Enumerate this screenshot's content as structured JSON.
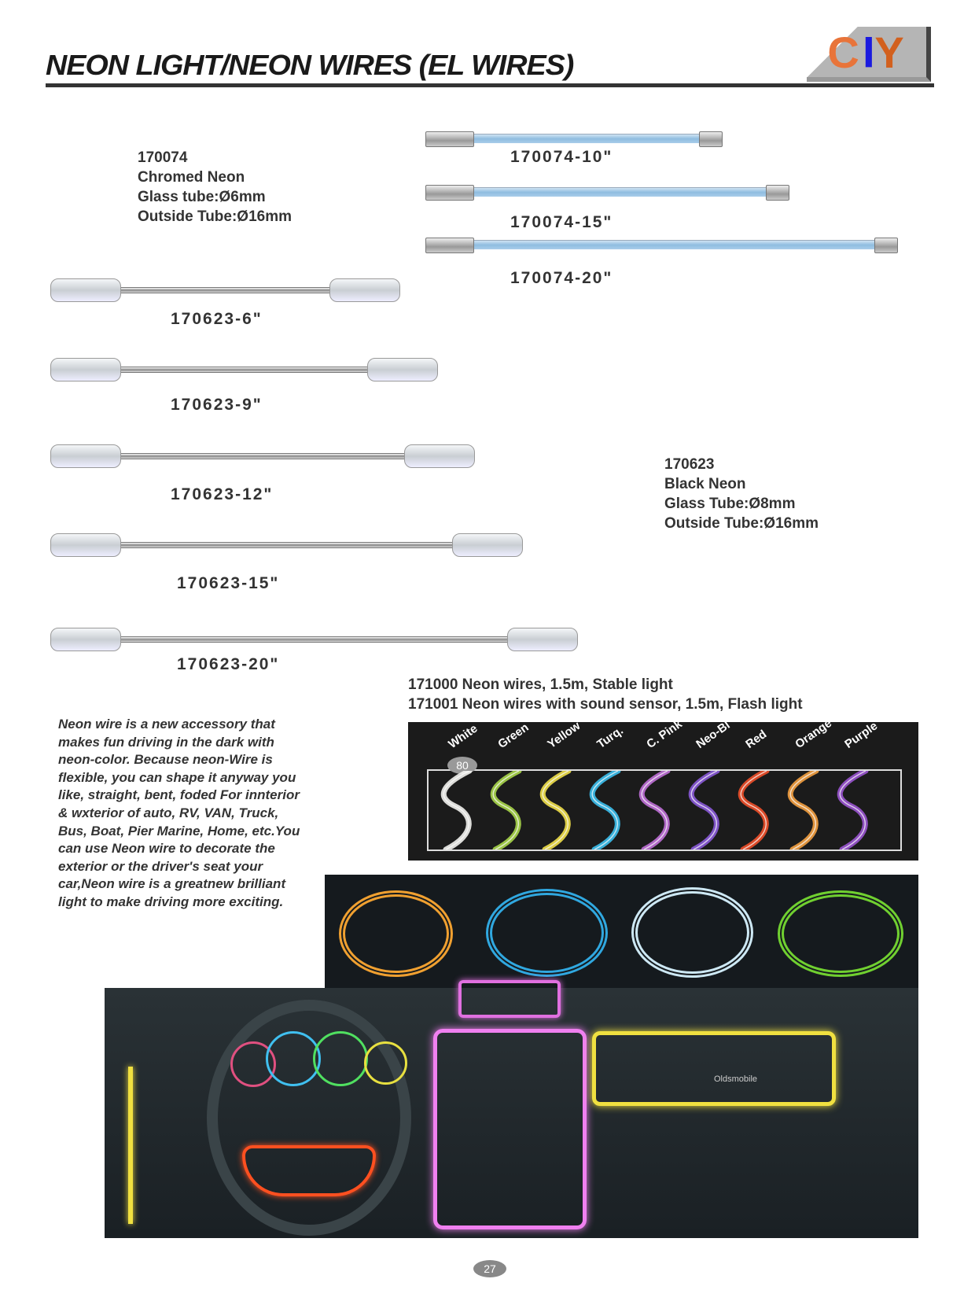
{
  "title": "NEON LIGHT/NEON WIRES (EL WIRES)",
  "logo": {
    "c": "C",
    "i": "I",
    "y": "Y"
  },
  "chromed": {
    "code": "170074",
    "name": "Chromed Neon",
    "glass": "Glass tube:Ø6mm",
    "outside": "Outside Tube:Ø16mm",
    "items": [
      "170074-10\"",
      "170074-15\"",
      "170074-20\""
    ]
  },
  "black": {
    "code": "170623",
    "name": "Black Neon",
    "glass": "Glass Tube:Ø8mm",
    "outside": "Outside Tube:Ø16mm",
    "items": [
      "170623-6\"",
      "170623-9\"",
      "170623-12\"",
      "170623-15\"",
      "170623-20\""
    ]
  },
  "wires": {
    "line1": "171000 Neon wires, 1.5m, Stable light",
    "line2": "171001 Neon wires with sound sensor, 1.5m, Flash light"
  },
  "description": "Neon wire is a new accessory that makes fun driving in the dark with neon-color. Because neon-Wire is flexible, you can shape it anyway you like, straight, bent, foded For innterior & wxterior of auto, RV, VAN, Truck, Bus, Boat, Pier Marine, Home, etc.You can use Neon wire to decorate the exterior or the driver's seat your car,Neon wire is a greatnew brilliant light to make driving more exciting.",
  "colors": [
    {
      "name": "White",
      "hex": "#f2f2ee"
    },
    {
      "name": "Green",
      "hex": "#a8d64a"
    },
    {
      "name": "Yellow",
      "hex": "#f1e04a"
    },
    {
      "name": "Turq.",
      "hex": "#3cc0ee"
    },
    {
      "name": "C. Pink",
      "hex": "#c070d8"
    },
    {
      "name": "Neo-Bl",
      "hex": "#8a5ad8"
    },
    {
      "name": "Red",
      "hex": "#f0502a"
    },
    {
      "name": "Orange",
      "hex": "#f4a040"
    },
    {
      "name": "Purple",
      "hex": "#9a55d0"
    }
  ],
  "badge": "80",
  "dashboard_brand": "Oldsmobile",
  "page_number": "27"
}
